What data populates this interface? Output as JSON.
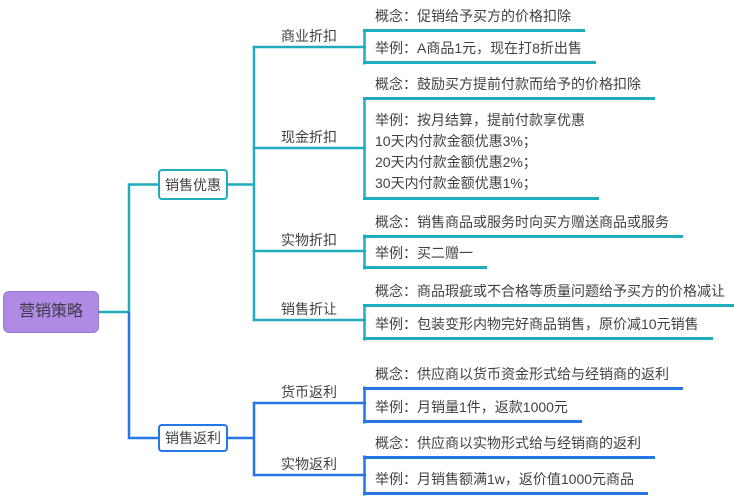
{
  "root": {
    "label": "营销策略"
  },
  "branches": [
    {
      "label": "销售优惠",
      "children": [
        {
          "label": "商业折扣",
          "leaves": [
            {
              "lines": [
                "概念：促销给予买方的价格扣除"
              ]
            },
            {
              "lines": [
                "举例：A商品1元，现在打8折出售"
              ]
            }
          ]
        },
        {
          "label": "现金折扣",
          "leaves": [
            {
              "lines": [
                "概念：鼓励买方提前付款而给予的价格扣除"
              ]
            },
            {
              "lines": [
                "举例：按月结算，提前付款享优惠",
                "10天内付款金额优惠3%；",
                "20天内付款金额优惠2%；",
                "30天内付款金额优惠1%；"
              ]
            }
          ]
        },
        {
          "label": "实物折扣",
          "leaves": [
            {
              "lines": [
                "概念：销售商品或服务时向买方赠送商品或服务"
              ]
            },
            {
              "lines": [
                "举例：买二赠一"
              ]
            }
          ]
        },
        {
          "label": "销售折让",
          "leaves": [
            {
              "lines": [
                "概念：商品瑕疵或不合格等质量问题给予买方的价格减让"
              ]
            },
            {
              "lines": [
                "举例：包装变形内物完好商品销售，原价减10元销售"
              ]
            }
          ]
        }
      ]
    },
    {
      "label": "销售返利",
      "children": [
        {
          "label": "货币返利",
          "leaves": [
            {
              "lines": [
                "概念：供应商以货币资金形式给与经销商的返利"
              ]
            },
            {
              "lines": [
                "举例：月销量1件，返款1000元"
              ]
            }
          ]
        },
        {
          "label": "实物返利",
          "leaves": [
            {
              "lines": [
                "概念：供应商以实物形式给与经销商的返利"
              ]
            },
            {
              "lines": [
                "举例：月销售额满1w，返价值1000元商品"
              ]
            }
          ]
        }
      ]
    }
  ],
  "colors": {
    "teal": "#1fadbe",
    "blue": "#2577e6",
    "purple_fill": "#b18ae5",
    "purple_border": "#9b79d8",
    "text": "#3f4245",
    "background": "#ffffff"
  }
}
